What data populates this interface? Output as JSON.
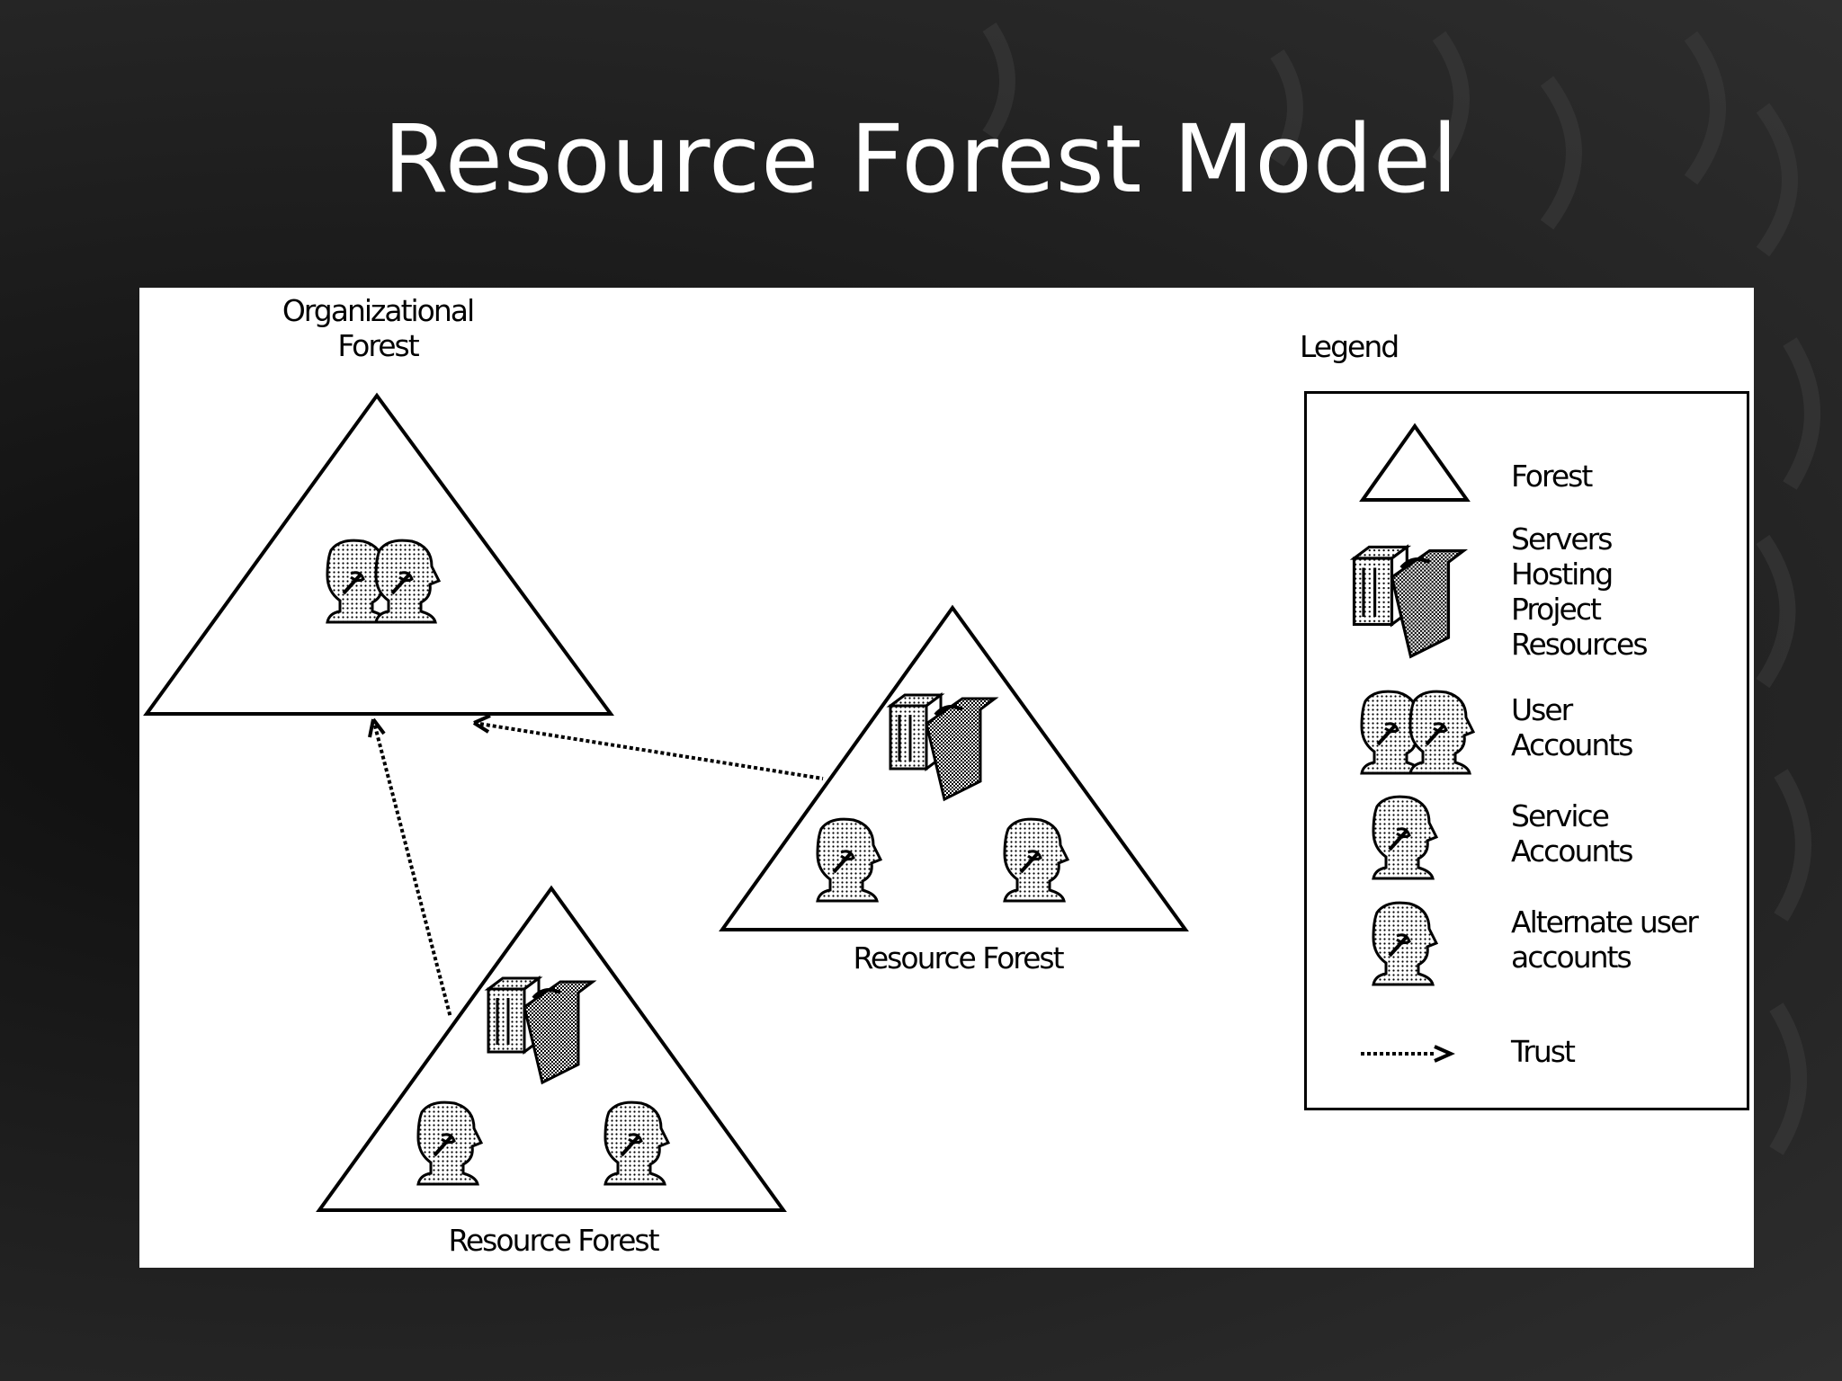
{
  "slide": {
    "title": "Resource Forest Model"
  },
  "diagram": {
    "forests": {
      "organizational": {
        "label_line1": "Organizational",
        "label_line2": "Forest"
      },
      "resource_right": {
        "label": "Resource Forest"
      },
      "resource_bottom": {
        "label": "Resource Forest"
      }
    },
    "legend": {
      "title": "Legend",
      "items": [
        {
          "icon": "triangle-forest-icon",
          "label": "Forest"
        },
        {
          "icon": "server-stack-icon",
          "label_lines": [
            "Servers",
            "Hosting",
            "Project",
            "Resources"
          ]
        },
        {
          "icon": "user-accounts-icon",
          "label_lines": [
            "User",
            "Accounts"
          ]
        },
        {
          "icon": "service-account-icon",
          "label_lines": [
            "Service",
            "Accounts"
          ]
        },
        {
          "icon": "alternate-user-icon",
          "label_lines": [
            "Alternate user",
            "accounts"
          ]
        },
        {
          "icon": "trust-arrow-icon",
          "label": "Trust"
        }
      ]
    }
  },
  "colors": {
    "background": "#1b1b1b",
    "panel": "#ffffff",
    "title": "#ffffff",
    "ink": "#000000"
  }
}
